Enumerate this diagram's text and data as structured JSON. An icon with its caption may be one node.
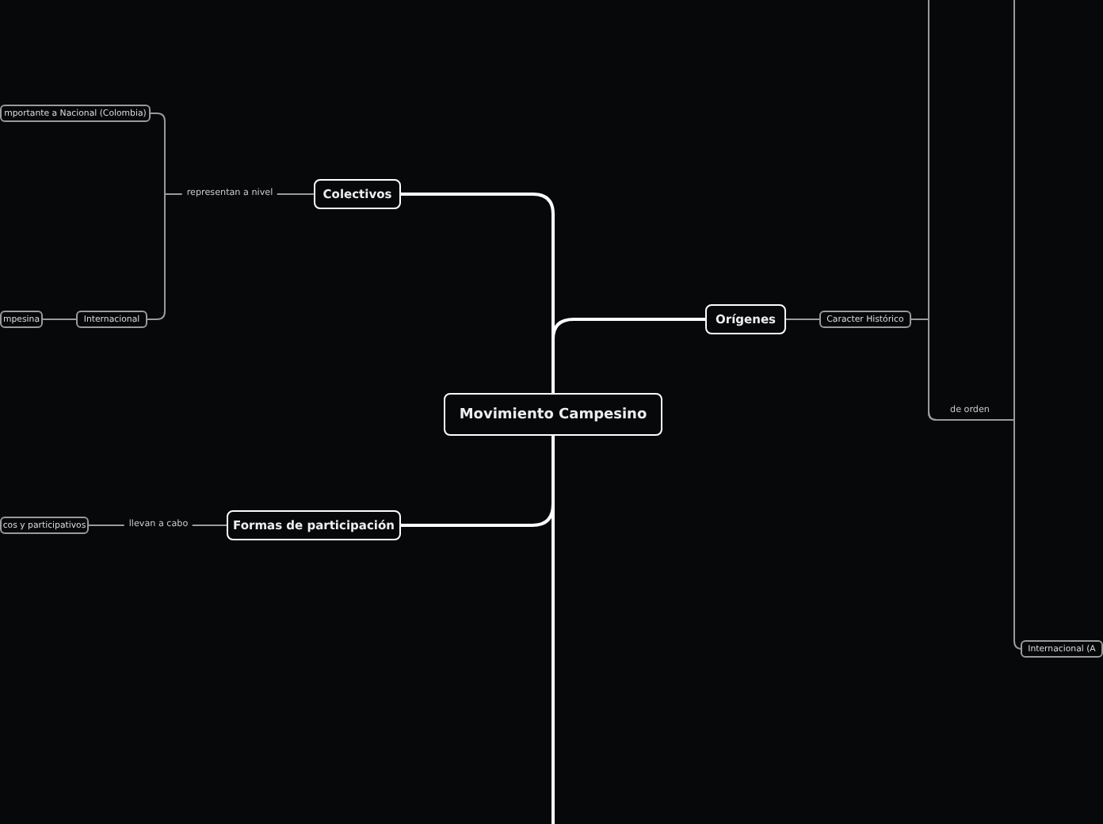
{
  "diagram": {
    "nodes": [
      {
        "text": [
          "Movimiento Campesino"
        ]
      },
      {
        "text": [
          "Colectivos"
        ]
      },
      {
        "text": [
          "mportante a Nacional (Colombia)"
        ]
      },
      {
        "text": [
          "Internacional"
        ]
      },
      {
        "text": [
          "mpesina"
        ]
      },
      {
        "text": [
          "Formas de participación"
        ]
      },
      {
        "text": [
          "cos y participativos"
        ]
      },
      {
        "text": [
          "Orígenes"
        ]
      },
      {
        "text": [
          "Caracter Histórico"
        ]
      },
      {
        "text": [
          "Internacional (A"
        ]
      }
    ],
    "edges": [
      {
        "from": 0,
        "to": 1,
        "arrow": "none",
        "color": "#ffffff"
      },
      {
        "from": 0,
        "to": 5,
        "arrow": "none",
        "color": "#ffffff"
      },
      {
        "from": 0,
        "to": 7,
        "arrow": "none",
        "color": "#ffffff"
      },
      {
        "from": 0,
        "to": null,
        "arrow": "none",
        "color": "#ffffff"
      },
      {
        "from": 1,
        "to": 2,
        "arrow": "none",
        "label": "representan a nivel"
      },
      {
        "from": 1,
        "to": 3,
        "arrow": "none"
      },
      {
        "from": 3,
        "to": 4,
        "arrow": "none"
      },
      {
        "from": 5,
        "to": 6,
        "arrow": "none",
        "label": "llevan a cabo"
      },
      {
        "from": 8,
        "to": null,
        "arrow": "none"
      },
      {
        "from": 8,
        "to": 9,
        "arrow": "none",
        "label": "de orden"
      },
      {
        "from": 7,
        "to": 8,
        "arrow": "none"
      },
      {
        "from": 8,
        "to": null,
        "arrow": "none"
      }
    ]
  }
}
